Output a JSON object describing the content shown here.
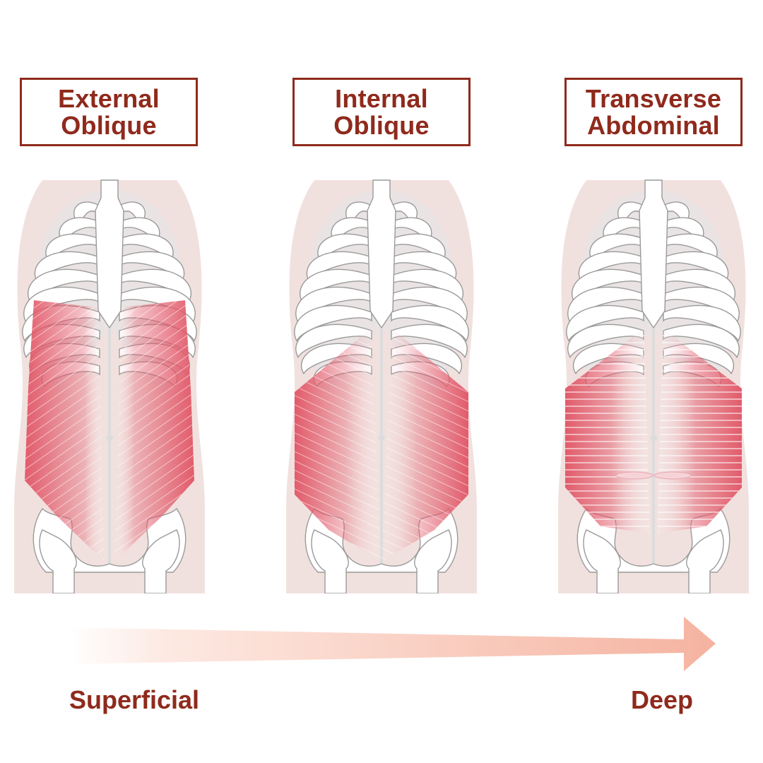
{
  "panels": [
    {
      "title_line1": "External",
      "title_line2": "Oblique",
      "muscle": "external-oblique"
    },
    {
      "title_line1": "Internal",
      "title_line2": "Oblique",
      "muscle": "internal-oblique"
    },
    {
      "title_line1": "Transverse",
      "title_line2": "Abdominal",
      "muscle": "transverse-abdominal"
    }
  ],
  "scale": {
    "start_label": "Superficial",
    "end_label": "Deep"
  },
  "colors": {
    "label_text": "#8f2a1c",
    "body_silhouette": "#f1e1de",
    "bone_outline": "#9a9a9a",
    "muscle": "#e25b6b",
    "arrow_start": "#ffffff",
    "arrow_end": "#f5b3a0"
  }
}
